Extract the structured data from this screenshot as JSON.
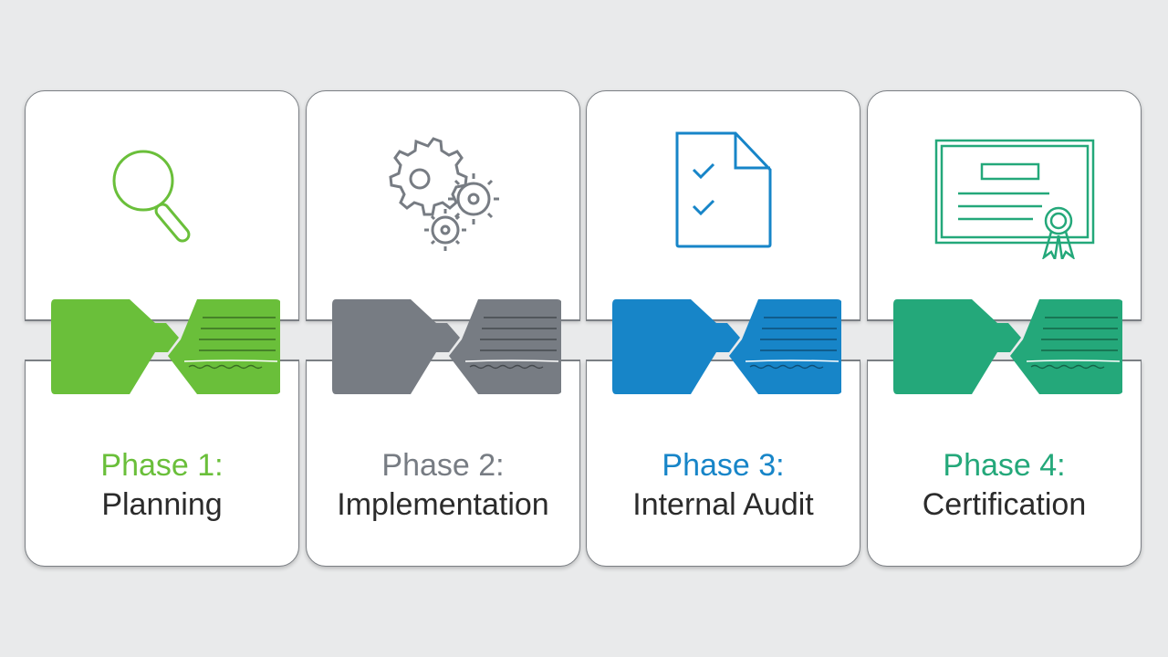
{
  "phases": [
    {
      "number": "Phase 1:",
      "name": "Planning",
      "color": "#6abf3a",
      "icon": "magnifier-icon"
    },
    {
      "number": "Phase 2:",
      "name": "Implementation",
      "color": "#777c83",
      "icon": "gears-icon"
    },
    {
      "number": "Phase 3:",
      "name": "Internal Audit",
      "color": "#1785c8",
      "icon": "checklist-document-icon"
    },
    {
      "number": "Phase 4:",
      "name": "Certification",
      "color": "#24a87a",
      "icon": "certificate-icon"
    }
  ]
}
